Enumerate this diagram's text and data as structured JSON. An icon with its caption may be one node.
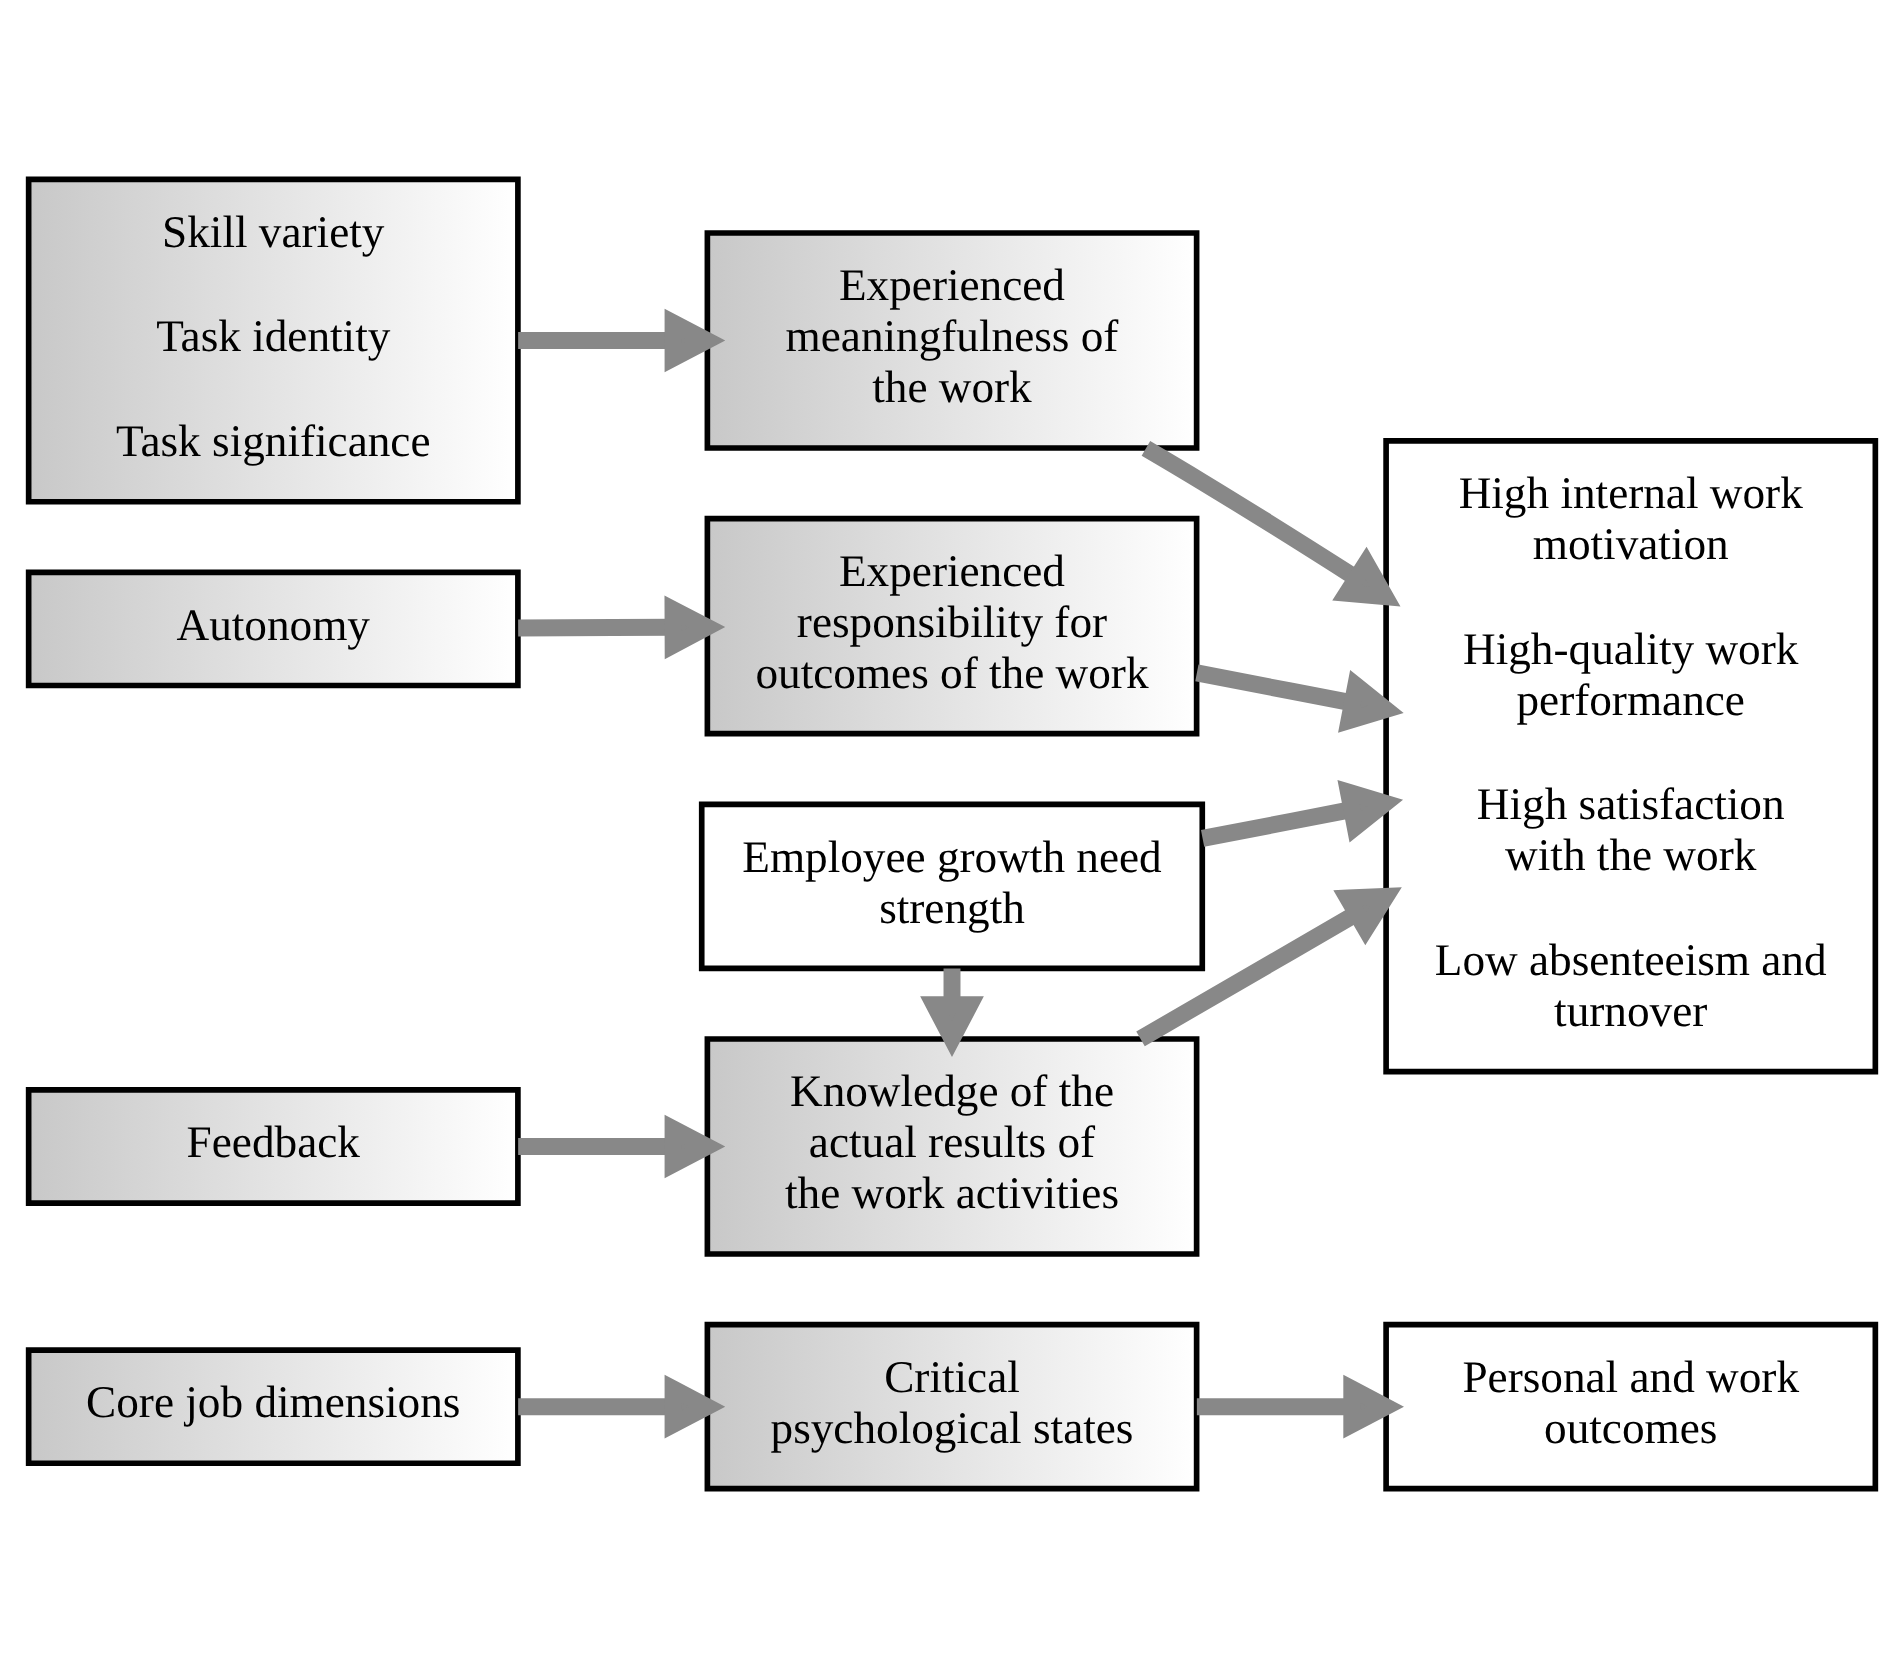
{
  "diagram": {
    "nodes": [
      {
        "text": [
          "Core job dimensions"
        ]
      },
      {
        "text": [
          "Critical psychological states"
        ]
      },
      {
        "text": [
          "Personal and work outcomes"
        ]
      },
      {
        "text": [
          "Skill variety",
          "Task identity",
          "Task significance"
        ]
      },
      {
        "text": [
          "Experienced meaningfulness of the work"
        ]
      },
      {
        "text": [
          "High internal work motivation",
          "High-quality work performance",
          "High satisfaction with the work",
          "Low absenteeism and turnover"
        ]
      },
      {
        "text": [
          "Autonomy"
        ]
      },
      {
        "text": [
          "Experienced responsibility for outcomes of the work"
        ]
      },
      {
        "text": [
          "Feedback"
        ]
      },
      {
        "text": [
          "Knowledge of the actual results of the work activities"
        ]
      },
      {
        "text": [
          "Employee growth need strength"
        ]
      }
    ],
    "edges": [
      {
        "from": 0,
        "to": 1,
        "arrow": "to"
      },
      {
        "from": 1,
        "to": 2,
        "arrow": "to"
      },
      {
        "from": 3,
        "to": 4,
        "arrow": "to"
      },
      {
        "from": 4,
        "to": 5,
        "arrow": "to"
      },
      {
        "from": 6,
        "to": 7,
        "arrow": "to"
      },
      {
        "from": 7,
        "to": 5,
        "arrow": "to"
      },
      {
        "from": 8,
        "to": 9,
        "arrow": "to"
      },
      {
        "from": 9,
        "to": 5,
        "arrow": "to"
      },
      {
        "from": 10,
        "to": 9,
        "arrow": "to"
      },
      {
        "from": 10,
        "to": 5,
        "arrow": "to"
      }
    ]
  }
}
